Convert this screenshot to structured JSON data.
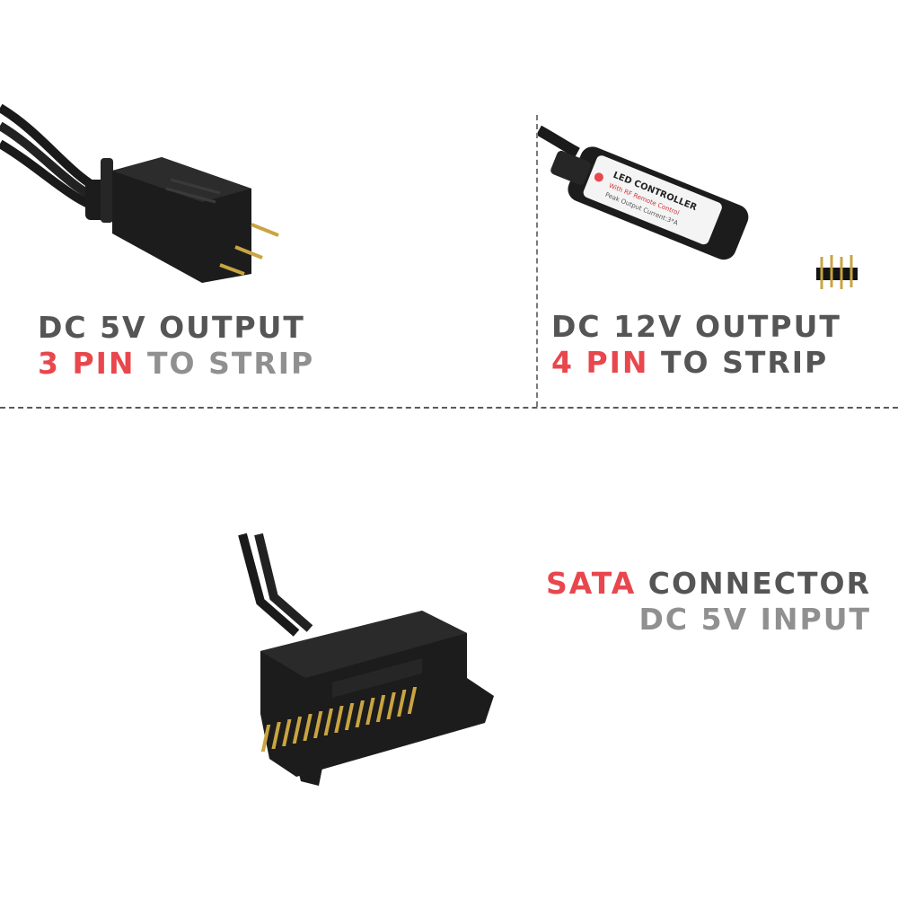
{
  "panels": {
    "top_left": {
      "line1": "DC 5V OUTPUT",
      "line2_highlight": "3 PIN",
      "line2_rest": " TO STRIP"
    },
    "top_right": {
      "line1": "DC 12V OUTPUT",
      "line2_highlight": "4 PIN",
      "line2_rest": " TO STRIP",
      "controller_label": "LED CONTROLLER",
      "controller_sublabel": "With RF Remote Control",
      "controller_spec": "Peak Output Current:3*A"
    },
    "bottom": {
      "line1_highlight": "SATA",
      "line1_rest": " CONNECTOR",
      "line2": "DC 5V INPUT"
    }
  },
  "colors": {
    "highlight": "#e8474d",
    "text_dark": "#555555",
    "text_grey": "#909090",
    "connector_body": "#1c1c1c",
    "pin_gold": "#c9a441"
  },
  "icons": [
    "3-pin-connector-icon",
    "led-controller-icon",
    "4-pin-header-icon",
    "sata-connector-icon"
  ]
}
